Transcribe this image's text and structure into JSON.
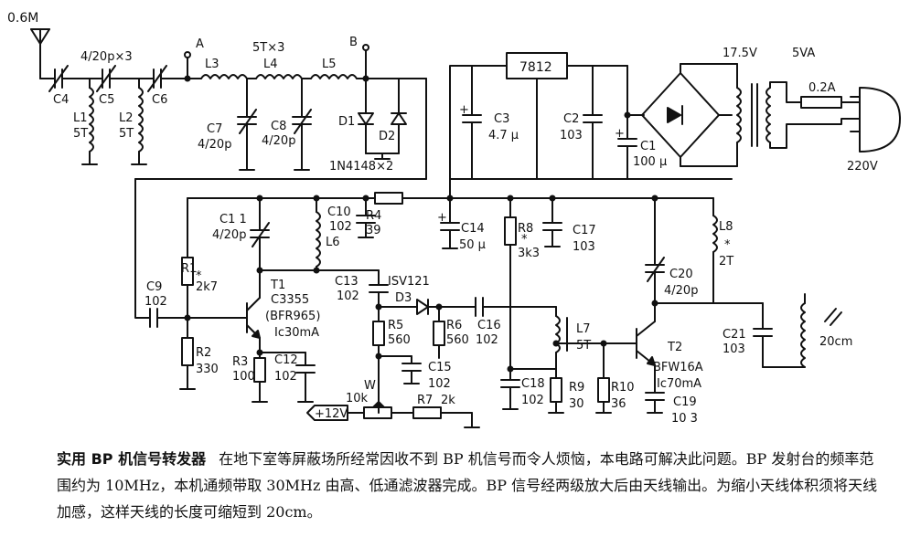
{
  "labels": {
    "antenna_freq": "0.6M",
    "point_a": "A",
    "point_b": "B",
    "c_triple": "4/20p×3",
    "l_triple": "5T×3",
    "c4": "C4",
    "c5": "C5",
    "c6": "C6",
    "l1": "L1",
    "l1_val": "5T",
    "l2": "L2",
    "l2_val": "5T",
    "l3": "L3",
    "l4": "L4",
    "l5": "L5",
    "c7": "C7",
    "c7_val": "4/20p",
    "c8": "C8",
    "c8_val": "4/20p",
    "d1": "D1",
    "d2": "D2",
    "diodes": "1N4148×2",
    "reg": "7812",
    "c3": "C3",
    "c3_val": "4.7 μ",
    "c2": "C2",
    "c2_val": "103",
    "c1": "C1",
    "c1_val": "100 μ",
    "v175": "17.5V",
    "va5": "5VA",
    "fuse": "0.2A",
    "v220": "220V",
    "c11": "C1 1",
    "c11_val": "4/20p",
    "c10": "C10",
    "c10_val": "102",
    "r4": "R4",
    "r4_val": "39",
    "l6": "L6",
    "c14": "C14",
    "c14_val": "50 μ",
    "r8": "R8",
    "r8_val": "3k3",
    "c17": "C17",
    "c17_val": "103",
    "l8": "L8",
    "l8_val": "2T",
    "r1": "R1",
    "r1_val": "2k7",
    "c9": "C9",
    "c9_val": "102",
    "t1": "T1",
    "t1_type": "C3355",
    "t1_alt": "(BFR965)",
    "t1_ic": "Ic30mA",
    "c13": "C13",
    "c13_val": "102",
    "isv": "ISV121",
    "d3": "D3",
    "c20": "C20",
    "c20_val": "4/20p",
    "r5": "R5",
    "r5_val": "560",
    "r6": "R6",
    "r6_val": "560",
    "c16": "C16",
    "c16_val": "102",
    "l7": "L7",
    "l7_val": "5T",
    "t2": "T2",
    "t2_type": "BFW16A",
    "t2_ic": "Ic70mA",
    "c21": "C21",
    "c21_val": "103",
    "ant2": "20cm",
    "r2": "R2",
    "r2_val": "330",
    "r3": "R3",
    "r3_val": "100",
    "c12": "C12",
    "c12_val": "102",
    "c15": "C15",
    "c15_val": "102",
    "c18": "C18",
    "c18_val": "102",
    "r9": "R9",
    "r9_val": "30",
    "r10": "R10",
    "r10_val": "36",
    "c19": "C19",
    "c19_val": "10 3",
    "w": "W",
    "w_val": "10k",
    "r7": "R7",
    "r7_val": "2k",
    "v12": "+12V"
  },
  "caption": {
    "title": "实用 BP 机信号转发器",
    "body": "在地下室等屏蔽场所经常因收不到 BP 机信号而令人烦恼，本电路可解决此问题。BP 发射台的频率范围约为 10MHz，本机通频带取 30MHz 由高、低通滤波器完成。BP 信号经两级放大后由天线输出。为缩小天线体积须将天线加感，这样天线的长度可缩短到 20cm。"
  }
}
